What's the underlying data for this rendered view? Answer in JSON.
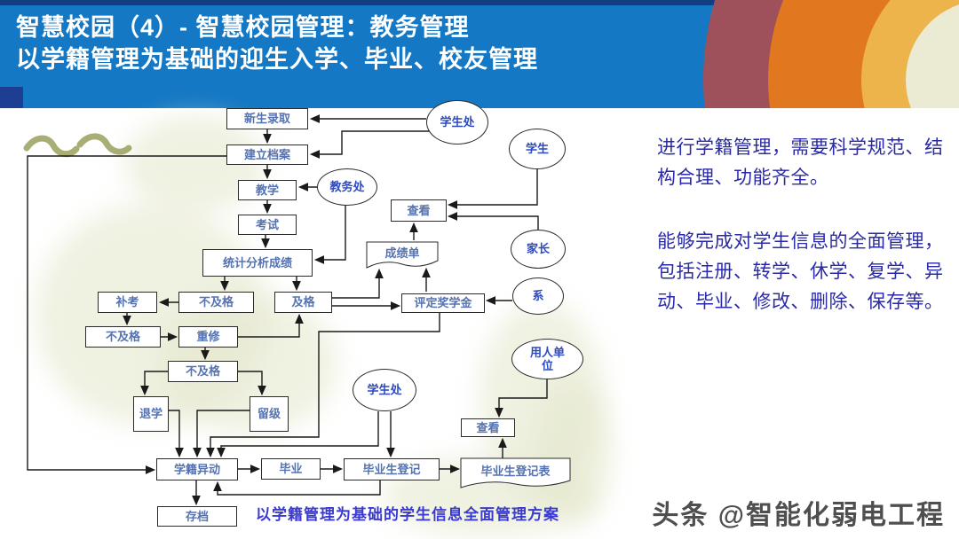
{
  "slide": {
    "title_line1": "智慧校园（4）- 智慧校园管理：教务管理",
    "title_line2": "以学籍管理为基础的迎生入学、毕业、校友管理",
    "caption": "以学籍管理为基础的学生信息全面管理方案",
    "brand_watermark": "头条 @智能化弱电工程"
  },
  "notes": {
    "note1": "进行学籍管理，需要科学规范、结构合理、功能齐全。",
    "note2": "能够完成对学生信息的全面管理，包括注册、转学、休学、复学、异动、毕业、修改、删除、保存等。"
  },
  "colors": {
    "header_blue": "#1478c4",
    "circle_maroon": "#9e515a",
    "circle_orange": "#e1771e",
    "circle_gold": "#edb44c",
    "circle_cream": "#eaebd2",
    "note_text": "#2a2aa8",
    "caption_text": "#3a3ad0",
    "box_label": "#5572b0",
    "ellipse_label": "#2b4ac4"
  },
  "flowchart": {
    "nodes": [
      {
        "id": "xinsheng-luqu",
        "label": "新生录取",
        "shape": "rect"
      },
      {
        "id": "jianli-dangan",
        "label": "建立档案",
        "shape": "rect"
      },
      {
        "id": "jiaoxue",
        "label": "教学",
        "shape": "rect"
      },
      {
        "id": "kaoshi",
        "label": "考试",
        "shape": "rect"
      },
      {
        "id": "tongji-fenxi-chengji",
        "label": "统计分析成绩",
        "shape": "rect"
      },
      {
        "id": "bukao",
        "label": "补考",
        "shape": "rect"
      },
      {
        "id": "bujige-1",
        "label": "不及格",
        "shape": "rect"
      },
      {
        "id": "jige",
        "label": "及格",
        "shape": "rect"
      },
      {
        "id": "bujige-2",
        "label": "不及格",
        "shape": "rect"
      },
      {
        "id": "chongxiu",
        "label": "重修",
        "shape": "rect"
      },
      {
        "id": "bujige-3",
        "label": "不及格",
        "shape": "rect"
      },
      {
        "id": "tuixue",
        "label": "退学",
        "shape": "rect"
      },
      {
        "id": "liuji",
        "label": "留级",
        "shape": "rect"
      },
      {
        "id": "xueji-yidong",
        "label": "学籍异动",
        "shape": "rect"
      },
      {
        "id": "biye",
        "label": "毕业",
        "shape": "rect"
      },
      {
        "id": "biyesheng-dengji",
        "label": "毕业生登记",
        "shape": "rect"
      },
      {
        "id": "chakan-top",
        "label": "查看",
        "shape": "rect"
      },
      {
        "id": "pingding-jiangxuejin",
        "label": "评定奖学金",
        "shape": "rect"
      },
      {
        "id": "chakan-bottom",
        "label": "查看",
        "shape": "rect"
      },
      {
        "id": "cundang",
        "label": "存档",
        "shape": "rect"
      },
      {
        "id": "chengjidan",
        "label": "成绩单",
        "shape": "document"
      },
      {
        "id": "biyesheng-dengjibiao",
        "label": "毕业生登记表",
        "shape": "document"
      },
      {
        "id": "xueshengchu-top",
        "label": "学生处",
        "shape": "ellipse"
      },
      {
        "id": "xuesheng",
        "label": "学生",
        "shape": "ellipse"
      },
      {
        "id": "jiaowuchu",
        "label": "教务处",
        "shape": "ellipse"
      },
      {
        "id": "jiazhang",
        "label": "家长",
        "shape": "ellipse"
      },
      {
        "id": "xi",
        "label": "系",
        "shape": "ellipse"
      },
      {
        "id": "yongren-danwei",
        "label": "用人单位",
        "shape": "ellipse"
      },
      {
        "id": "xueshengchu-bottom",
        "label": "学生处",
        "shape": "ellipse"
      }
    ],
    "edges": [
      {
        "from": "xueshengchu-top",
        "to": "xinsheng-luqu"
      },
      {
        "from": "xueshengchu-top",
        "to": "jianli-dangan"
      },
      {
        "from": "xinsheng-luqu",
        "to": "jianli-dangan"
      },
      {
        "from": "jianli-dangan",
        "to": "jiaoxue"
      },
      {
        "from": "jiaoxue",
        "to": "kaoshi"
      },
      {
        "from": "kaoshi",
        "to": "tongji-fenxi-chengji"
      },
      {
        "from": "jiaowuchu",
        "to": "jiaoxue"
      },
      {
        "from": "jiaowuchu",
        "to": "tongji-fenxi-chengji"
      },
      {
        "from": "tongji-fenxi-chengji",
        "to": "bujige-1"
      },
      {
        "from": "tongji-fenxi-chengji",
        "to": "jige"
      },
      {
        "from": "bujige-1",
        "to": "bukao"
      },
      {
        "from": "bukao",
        "to": "bujige-2"
      },
      {
        "from": "bujige-2",
        "to": "chongxiu"
      },
      {
        "from": "chongxiu",
        "to": "jige"
      },
      {
        "from": "chongxiu",
        "to": "bujige-3"
      },
      {
        "from": "bujige-3",
        "to": "tuixue"
      },
      {
        "from": "bujige-3",
        "to": "liuji"
      },
      {
        "from": "tuixue",
        "to": "xueji-yidong"
      },
      {
        "from": "liuji",
        "to": "xueji-yidong"
      },
      {
        "from": "pingding-jiangxuejin",
        "to": "xueji-yidong"
      },
      {
        "from": "xueshengchu-bottom",
        "to": "xueji-yidong"
      },
      {
        "from": "jianli-dangan",
        "to": "xueji-yidong"
      },
      {
        "from": "xueji-yidong",
        "to": "biye"
      },
      {
        "from": "biye",
        "to": "biyesheng-dengji"
      },
      {
        "from": "xueshengchu-bottom",
        "to": "biyesheng-dengji"
      },
      {
        "from": "biyesheng-dengji",
        "to": "biyesheng-dengjibiao"
      },
      {
        "from": "biyesheng-dengji",
        "to": "xueji-yidong"
      },
      {
        "from": "biyesheng-dengjibiao",
        "to": "chakan-bottom"
      },
      {
        "from": "yongren-danwei",
        "to": "chakan-bottom"
      },
      {
        "from": "xuesheng",
        "to": "chakan-top"
      },
      {
        "from": "jiazhang",
        "to": "chakan-top"
      },
      {
        "from": "chengjidan",
        "to": "chakan-top"
      },
      {
        "from": "jige",
        "to": "chengjidan"
      },
      {
        "from": "pingding-jiangxuejin",
        "to": "chengjidan"
      },
      {
        "from": "jige",
        "to": "pingding-jiangxuejin"
      },
      {
        "from": "xi",
        "to": "pingding-jiangxuejin"
      },
      {
        "from": "xueji-yidong",
        "to": "cundang"
      }
    ]
  }
}
